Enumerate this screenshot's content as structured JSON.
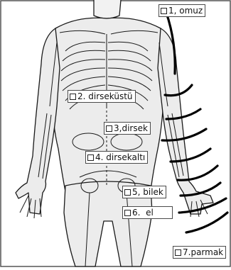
{
  "labels": [
    {
      "text": "1, omuz"
    },
    {
      "text": "2. dirseküstü"
    },
    {
      "text": "3,dirsek"
    },
    {
      "text": "4. dirsekaltı"
    },
    {
      "text": "5, bilek"
    },
    {
      "text": "6.  el"
    },
    {
      "text": "7.parmak"
    }
  ],
  "colors": {
    "outline": "#1a1a1a",
    "fill": "#e9e9e9",
    "marker": "#000000",
    "frame": "#555555"
  }
}
